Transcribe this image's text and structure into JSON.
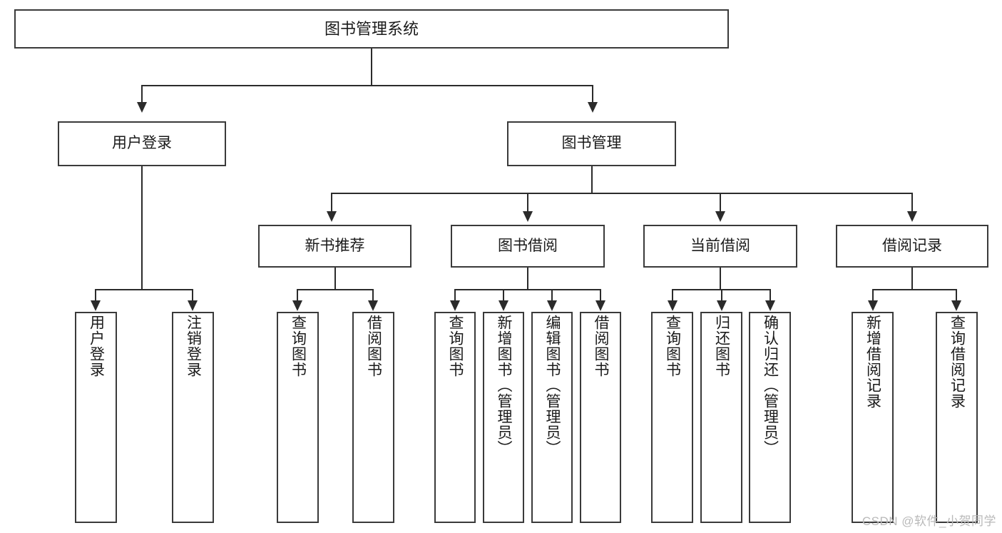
{
  "diagram": {
    "title": "图书管理系统",
    "type": "tree-hierarchy-diagram",
    "watermark": "CSDN @软件_小贺同学",
    "colors": {
      "box_border": "#3a3a3a",
      "connector": "#2b2b2b",
      "background": "#ffffff",
      "text": "#1a1a1a",
      "watermark": "#b9b9b9"
    }
  },
  "root": {
    "label": "图书管理系统"
  },
  "level2": [
    {
      "label": "用户登录"
    },
    {
      "label": "图书管理"
    }
  ],
  "level3": [
    {
      "label": "新书推荐"
    },
    {
      "label": "图书借阅"
    },
    {
      "label": "当前借阅"
    },
    {
      "label": "借阅记录"
    }
  ],
  "leaves": {
    "user_login": [
      {
        "label": "用户登录"
      },
      {
        "label": "注销登录"
      }
    ],
    "new_book_recommend": [
      {
        "label": "查询图书"
      },
      {
        "label": "借阅图书"
      }
    ],
    "book_borrow": [
      {
        "label": "查询图书"
      },
      {
        "label": "新增图书（管理员）"
      },
      {
        "label": "编辑图书（管理员）"
      },
      {
        "label": "借阅图书"
      }
    ],
    "current_borrow": [
      {
        "label": "查询图书"
      },
      {
        "label": "归还图书"
      },
      {
        "label": "确认归还（管理员）"
      }
    ],
    "borrow_record": [
      {
        "label": "新增借阅记录"
      },
      {
        "label": "查询借阅记录"
      }
    ]
  }
}
